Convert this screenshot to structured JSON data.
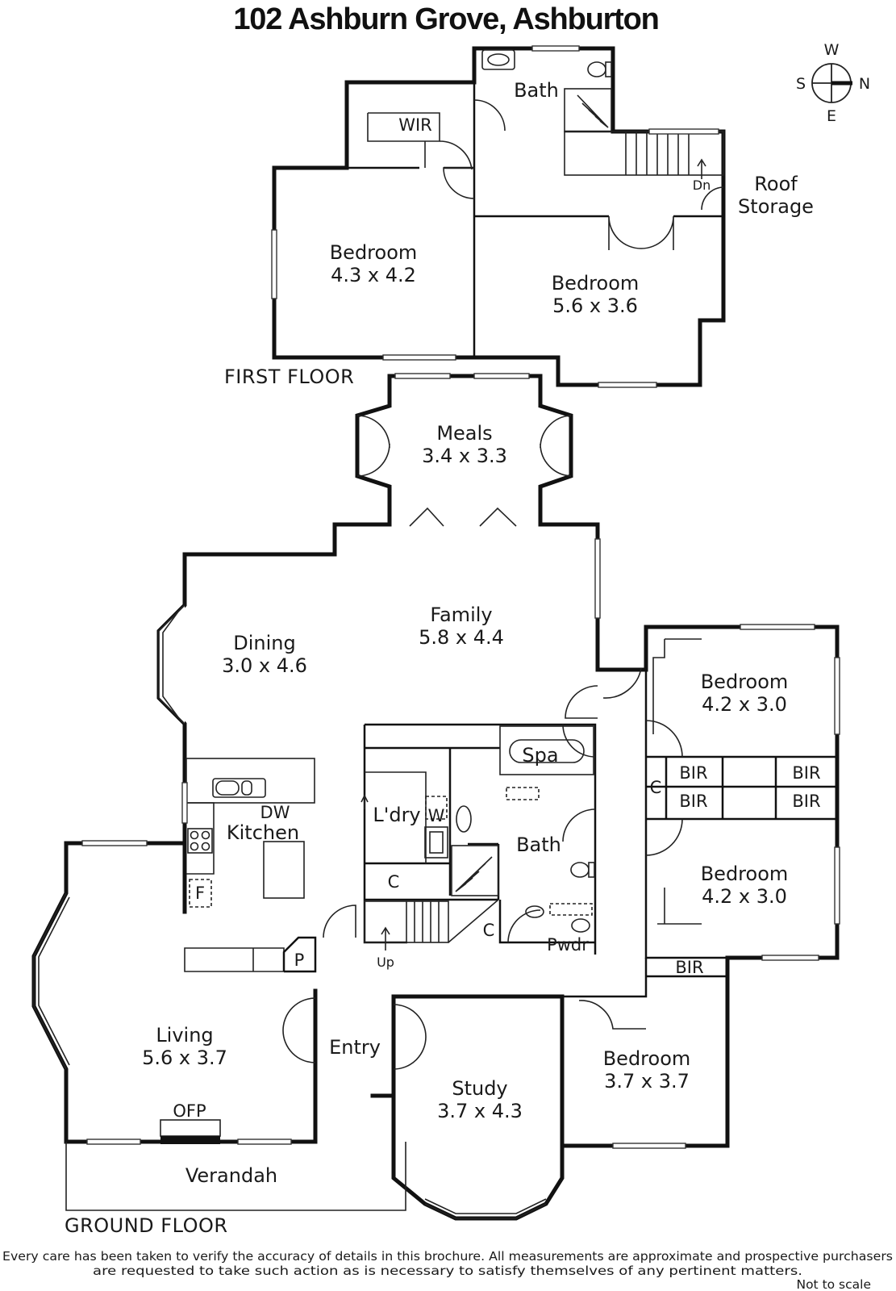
{
  "title": "102 Ashburn Grove, Ashburton",
  "compass": {
    "top": "W",
    "left": "S",
    "right": "N",
    "bottom": "E"
  },
  "floor_labels": {
    "first": "FIRST FLOOR",
    "ground": "GROUND FLOOR"
  },
  "first_floor": {
    "bath": "Bath",
    "wir": "WIR",
    "dn": "Dn",
    "roof_storage_line1": "Roof",
    "roof_storage_line2": "Storage",
    "bedroom_a": {
      "name": "Bedroom",
      "size": "4.3 x 4.2"
    },
    "bedroom_b": {
      "name": "Bedroom",
      "size": "5.6 x 3.6"
    }
  },
  "ground_floor": {
    "meals": {
      "name": "Meals",
      "size": "3.4 x 3.3"
    },
    "family": {
      "name": "Family",
      "size": "5.8 x 4.4"
    },
    "dining": {
      "name": "Dining",
      "size": "3.0 x 4.6"
    },
    "kitchen": "Kitchen",
    "dw": "DW",
    "fridge": "F",
    "pantry": "P",
    "laundry": "L'dry",
    "washer": "W",
    "cupboard": "C",
    "cupboard2": "C",
    "cupboard3": "C",
    "spa": "Spa",
    "bath": "Bath",
    "powder": "Pwdr",
    "up": "Up",
    "bedroom_1": {
      "name": "Bedroom",
      "size": "4.2 x 3.0"
    },
    "bedroom_2": {
      "name": "Bedroom",
      "size": "4.2 x 3.0"
    },
    "bedroom_3": {
      "name": "Bedroom",
      "size": "3.7 x 3.7"
    },
    "bir_1": "BIR",
    "bir_2": "BIR",
    "bir_3": "BIR",
    "bir_4": "BIR",
    "bir_5": "BIR",
    "living": {
      "name": "Living",
      "size": "5.6 x 3.7"
    },
    "ofp": "OFP",
    "entry": "Entry",
    "study": {
      "name": "Study",
      "size": "3.7 x 4.3"
    },
    "verandah": "Verandah"
  },
  "footer": {
    "disclaimer_line1": "Every care has been taken to verify the accuracy of details in this brochure.  All measurements are approximate and prospective purchasers",
    "disclaimer_line2": "are requested to take such action as is necessary to satisfy themselves of any pertinent matters.",
    "scale_note": "Not to scale"
  }
}
